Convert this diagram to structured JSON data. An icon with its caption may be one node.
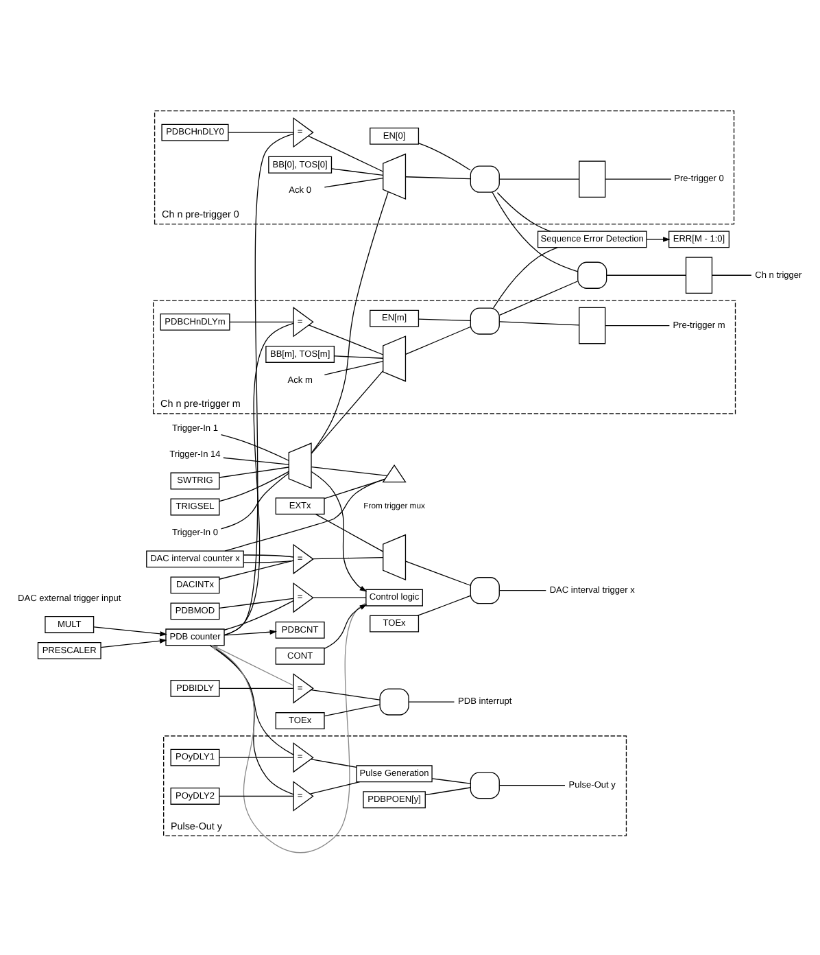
{
  "diagram": {
    "nodes": [
      {
        "text": [
          "Ch n pre-trigger 0"
        ]
      },
      {
        "text": [
          "PDBCHnDLY0"
        ],
        "in": 0
      },
      {
        "text": [
          "="
        ],
        "in": 0
      },
      {
        "text": [],
        "shape": "trapezium",
        "in": 0
      },
      {
        "text": [],
        "shape": "gate",
        "in": 0
      },
      {
        "text": [
          "BB[0], TOS[0]"
        ],
        "in": 0
      },
      {
        "text": [
          "EN[0]"
        ],
        "in": 0
      },
      {
        "text": [],
        "shape": "box",
        "in": 0
      },
      {
        "text": [
          "Ack 0"
        ],
        "in": 0
      },
      {
        "text": [
          "Pre-trigger 0"
        ],
        "in": 0
      },
      {
        "text": [
          "Ch n pre-trigger m"
        ]
      },
      {
        "text": [
          "PDBCHnDLYm"
        ],
        "in": 10
      },
      {
        "text": [
          "="
        ],
        "in": 10
      },
      {
        "text": [],
        "shape": "trapezium",
        "in": 10
      },
      {
        "text": [],
        "shape": "gate",
        "in": 10
      },
      {
        "text": [
          "BB[m], TOS[m]"
        ],
        "in": 10
      },
      {
        "text": [
          "EN[m]"
        ],
        "in": 10
      },
      {
        "text": [],
        "shape": "box",
        "in": 10
      },
      {
        "text": [
          "Ack m"
        ],
        "in": 10
      },
      {
        "text": [
          "Pre-trigger m"
        ],
        "in": 10
      },
      {
        "text": [
          "Sequence Error Detection"
        ]
      },
      {
        "text": [
          "ERR[M - 1:0]"
        ]
      },
      {
        "text": [],
        "shape": "gate"
      },
      {
        "text": [],
        "shape": "box"
      },
      {
        "text": [
          "Ch n trigger"
        ]
      },
      {
        "text": [
          "PDBMOD"
        ]
      },
      {
        "text": [
          "PDBCNT"
        ]
      },
      {
        "text": [
          "PDB counter"
        ]
      },
      {
        "text": [
          "MULT"
        ]
      },
      {
        "text": [
          "PRESCALER"
        ]
      },
      {
        "text": [
          "="
        ]
      },
      {
        "text": [
          "Control logic"
        ]
      },
      {
        "text": [
          "CONT"
        ]
      },
      {
        "text": [
          "DACINTx"
        ]
      },
      {
        "text": [
          "DAC interval counter x"
        ]
      },
      {
        "text": [
          "="
        ]
      },
      {
        "text": [],
        "shape": "trapezium"
      },
      {
        "text": [],
        "shape": "gate"
      },
      {
        "text": [
          "TOEx"
        ]
      },
      {
        "text": [
          "DAC interval trigger x"
        ]
      },
      {
        "text": [],
        "shape": "triangle",
        "beside": [
          "From trigger mux"
        ]
      },
      {
        "text": [
          "EXTx"
        ]
      },
      {
        "text": [
          "Trigger-In 0"
        ]
      },
      {
        "text": [
          "Trigger-In 1"
        ]
      },
      {
        "text": [
          "Trigger-In 14"
        ]
      },
      {
        "text": [
          "SWTRIG"
        ]
      },
      {
        "text": [],
        "shape": "trapezium"
      },
      {
        "text": [
          "TRIGSEL"
        ]
      },
      {
        "text": [
          "Pulse-Out y"
        ]
      },
      {
        "text": [
          "POyDLY1"
        ],
        "in": 48
      },
      {
        "text": [
          "="
        ],
        "in": 48
      },
      {
        "text": [
          "POyDLY2"
        ],
        "in": 48
      },
      {
        "text": [
          "="
        ],
        "in": 48
      },
      {
        "text": [
          "Pulse Generation"
        ],
        "in": 48
      },
      {
        "text": [],
        "shape": "gate",
        "in": 48
      },
      {
        "text": [
          "PDBPOEN[y]"
        ],
        "in": 48
      },
      {
        "text": [
          "Pulse-Out y"
        ],
        "in": 48
      },
      {
        "text": [
          "PDBIDLY"
        ]
      },
      {
        "text": [
          "="
        ]
      },
      {
        "text": [
          "TOEx"
        ]
      },
      {
        "text": [],
        "shape": "gate"
      },
      {
        "text": [
          "PDB interrupt"
        ]
      }
    ],
    "edges": [
      {
        "from": 1,
        "to": 2,
        "arrow": "none"
      },
      {
        "from": 27,
        "to": 2,
        "arrow": "none"
      },
      {
        "from": 2,
        "to": 3,
        "arrow": "none"
      },
      {
        "from": 8,
        "to": 3,
        "arrow": "none"
      },
      {
        "from": 46,
        "to": 3,
        "arrow": "none"
      },
      {
        "from": 5,
        "to": 3,
        "arrow": "none"
      },
      {
        "from": 3,
        "to": 4,
        "arrow": "none"
      },
      {
        "from": 6,
        "to": 4,
        "arrow": "none"
      },
      {
        "from": 4,
        "to": 7,
        "arrow": "none"
      },
      {
        "from": 7,
        "to": 9,
        "arrow": "none"
      },
      {
        "from": 4,
        "to": 20,
        "arrow": "none"
      },
      {
        "from": 4,
        "to": 22,
        "arrow": "none"
      },
      {
        "from": 11,
        "to": 12,
        "arrow": "none"
      },
      {
        "from": 27,
        "to": 12,
        "arrow": "none"
      },
      {
        "from": 12,
        "to": 13,
        "arrow": "none"
      },
      {
        "from": 18,
        "to": 13,
        "arrow": "none"
      },
      {
        "from": 46,
        "to": 13,
        "arrow": "none"
      },
      {
        "from": 15,
        "to": 13,
        "arrow": "none"
      },
      {
        "from": 13,
        "to": 14,
        "arrow": "none"
      },
      {
        "from": 16,
        "to": 14,
        "arrow": "none"
      },
      {
        "from": 14,
        "to": 17,
        "arrow": "none"
      },
      {
        "from": 17,
        "to": 19,
        "arrow": "none"
      },
      {
        "from": 14,
        "to": 20,
        "arrow": "none"
      },
      {
        "from": 14,
        "to": 22,
        "arrow": "none"
      },
      {
        "from": 20,
        "to": 21,
        "arrow": "to"
      },
      {
        "from": 22,
        "to": 23,
        "arrow": "none"
      },
      {
        "from": 23,
        "to": 24,
        "arrow": "none"
      },
      {
        "from": 25,
        "to": 30,
        "arrow": "none"
      },
      {
        "from": 27,
        "to": 30,
        "arrow": "none"
      },
      {
        "from": 30,
        "to": 31,
        "arrow": "none"
      },
      {
        "from": 46,
        "to": 31,
        "arrow": "to"
      },
      {
        "from": 32,
        "to": 31,
        "arrow": "to"
      },
      {
        "from": 31,
        "to": 27,
        "arrow": "to",
        "color": "#888888"
      },
      {
        "from": 27,
        "to": 26,
        "arrow": "to"
      },
      {
        "from": 28,
        "to": 27,
        "arrow": "to"
      },
      {
        "from": 29,
        "to": 27,
        "arrow": "to"
      },
      {
        "from": 33,
        "to": 35,
        "arrow": "none"
      },
      {
        "from": 34,
        "to": 35,
        "arrow": "none"
      },
      {
        "from": 35,
        "to": 36,
        "arrow": "none"
      },
      {
        "from": 35,
        "to": 34,
        "arrow": "none"
      },
      {
        "from": 36,
        "to": 37,
        "arrow": "none"
      },
      {
        "from": 38,
        "to": 37,
        "arrow": "none"
      },
      {
        "from": 37,
        "to": 39,
        "arrow": "none"
      },
      {
        "from": 46,
        "to": 40,
        "arrow": "none"
      },
      {
        "from": 41,
        "to": 40,
        "arrow": "none"
      },
      {
        "from": 40,
        "to": 34,
        "arrow": "none"
      },
      {
        "from": 41,
        "to": 36,
        "arrow": "none"
      },
      {
        "from": 42,
        "to": 46,
        "arrow": "none"
      },
      {
        "from": 43,
        "to": 46,
        "arrow": "none"
      },
      {
        "from": 44,
        "to": 46,
        "arrow": "none"
      },
      {
        "from": 45,
        "to": 46,
        "arrow": "none"
      },
      {
        "from": 47,
        "to": 46,
        "arrow": "none"
      },
      {
        "from": 27,
        "to": 50,
        "arrow": "none"
      },
      {
        "from": 49,
        "to": 50,
        "arrow": "none"
      },
      {
        "from": 27,
        "to": 52,
        "arrow": "none"
      },
      {
        "from": 51,
        "to": 52,
        "arrow": "none"
      },
      {
        "from": 50,
        "to": 53,
        "arrow": "none"
      },
      {
        "from": 52,
        "to": 53,
        "arrow": "none"
      },
      {
        "from": 53,
        "to": 54,
        "arrow": "none"
      },
      {
        "from": 55,
        "to": 54,
        "arrow": "none"
      },
      {
        "from": 54,
        "to": 56,
        "arrow": "none"
      },
      {
        "from": 57,
        "to": 58,
        "arrow": "none"
      },
      {
        "from": 27,
        "to": 58,
        "arrow": "none",
        "color": "#888888"
      },
      {
        "from": 58,
        "to": 60,
        "arrow": "none"
      },
      {
        "from": 59,
        "to": 60,
        "arrow": "none"
      },
      {
        "from": 60,
        "to": 61,
        "arrow": "none"
      }
    ],
    "labels": [
      "DAC external trigger input"
    ]
  }
}
